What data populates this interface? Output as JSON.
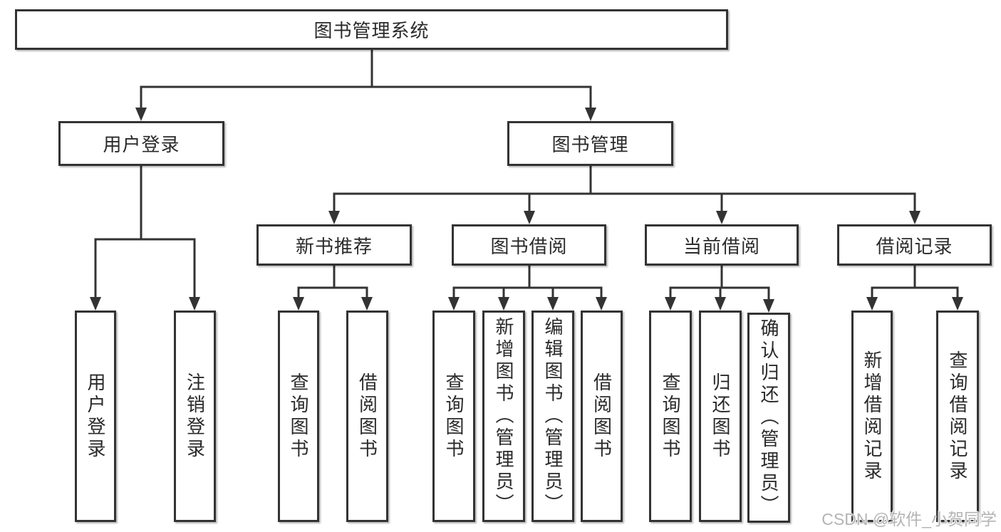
{
  "tree": {
    "root": {
      "label": "图书管理系统"
    },
    "branches": [
      {
        "label": "用户登录",
        "children": [
          {
            "label": "用户登录"
          },
          {
            "label": "注销登录"
          }
        ]
      },
      {
        "label": "图书管理",
        "children": [
          {
            "label": "新书推荐",
            "children": [
              {
                "label": "查询图书"
              },
              {
                "label": "借阅图书"
              }
            ]
          },
          {
            "label": "图书借阅",
            "children": [
              {
                "label": "查询图书"
              },
              {
                "label": "新增图书（管理员）"
              },
              {
                "label": "编辑图书（管理员）"
              },
              {
                "label": "借阅图书"
              }
            ]
          },
          {
            "label": "当前借阅",
            "children": [
              {
                "label": "查询图书"
              },
              {
                "label": "归还图书"
              },
              {
                "label": "确认归还（管理员）"
              }
            ]
          },
          {
            "label": "借阅记录",
            "children": [
              {
                "label": "新增借阅记录"
              },
              {
                "label": "查询借阅记录"
              }
            ]
          }
        ]
      }
    ]
  },
  "watermark": {
    "text": "CSDN @软件_小贺同学"
  },
  "colors": {
    "line": "#333333",
    "box_fill": "#ffffff",
    "text": "#2a2a2a",
    "watermark": "#b4b4b4",
    "background": "#ffffff"
  }
}
